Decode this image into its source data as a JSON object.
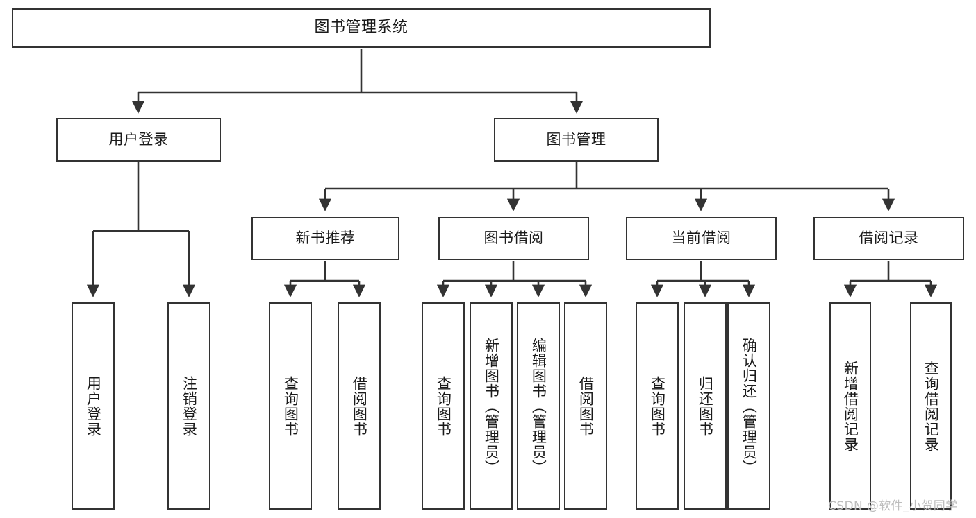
{
  "diagram": {
    "title": "图书管理系统",
    "type": "tree-hierarchy",
    "watermark": "CSDN @软件_小贺同学",
    "colors": {
      "stroke": "#333333",
      "box_fill": "#ffffff",
      "text": "#1a1a1a",
      "watermark": "#bdbdbd",
      "background": "#ffffff"
    },
    "levels": {
      "level0": "系统",
      "level1": "模块",
      "level2": "子模块",
      "level3": "功能"
    },
    "nodes": {
      "root": {
        "label": "图书管理系统"
      },
      "level1": [
        {
          "label": "用户登录"
        },
        {
          "label": "图书管理"
        }
      ],
      "level2": [
        {
          "label": "新书推荐"
        },
        {
          "label": "图书借阅"
        },
        {
          "label": "当前借阅"
        },
        {
          "label": "借阅记录"
        }
      ],
      "leaves": {
        "user_login": [
          {
            "label": "用户登录"
          },
          {
            "label": "注销登录"
          }
        ],
        "new_book_recommend": [
          {
            "label": "查询图书"
          },
          {
            "label": "借阅图书"
          }
        ],
        "book_borrow": [
          {
            "label": "查询图书"
          },
          {
            "label": "新增图书（管理员）"
          },
          {
            "label": "编辑图书（管理员）"
          },
          {
            "label": "借阅图书"
          }
        ],
        "current_borrow": [
          {
            "label": "查询图书"
          },
          {
            "label": "归还图书"
          },
          {
            "label": "确认归还（管理员）"
          }
        ],
        "borrow_record": [
          {
            "label": "新增借阅记录"
          },
          {
            "label": "查询借阅记录"
          }
        ]
      }
    }
  }
}
